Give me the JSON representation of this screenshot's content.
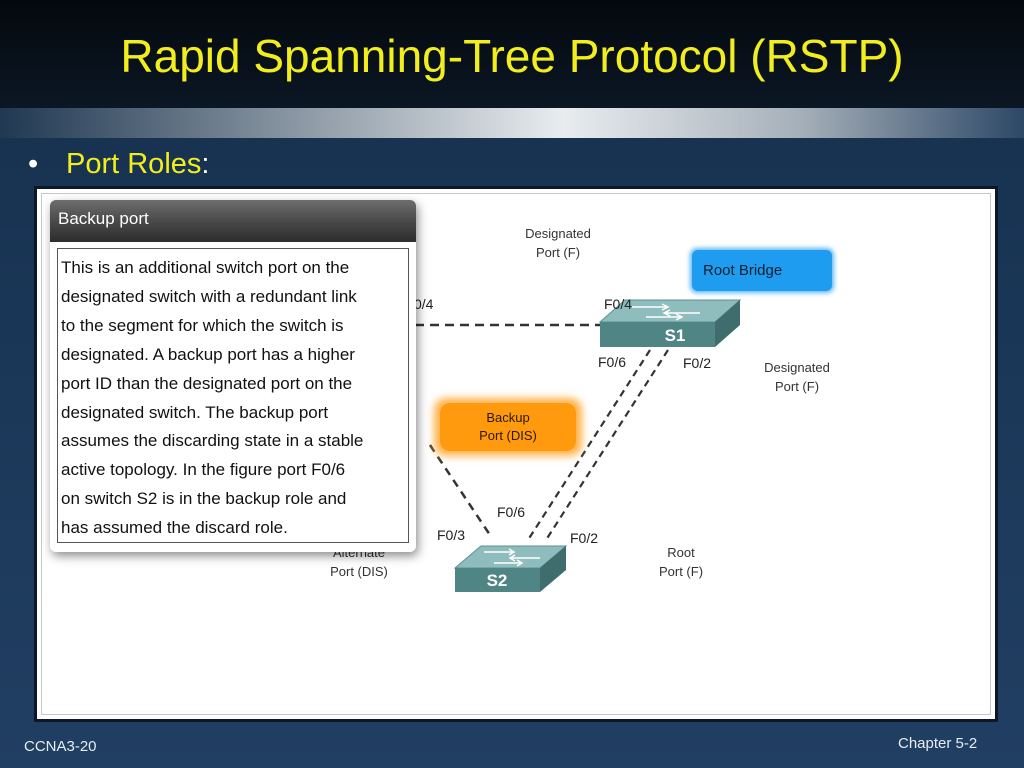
{
  "slide": {
    "title": "Rapid Spanning-Tree Protocol (RSTP)",
    "bullet": "Port Roles",
    "bullet_suffix": ":",
    "footer_left": "CCNA3-20",
    "footer_right": "Chapter 5-2"
  },
  "popup": {
    "header": "Backup port",
    "lines": [
      "This is an additional switch port on the",
      "designated switch with a redundant link",
      "to the segment for which the switch is",
      "designated. A backup port has a higher",
      "port ID than the designated port on the",
      "designated switch. The backup port",
      "assumes the discarding state in a stable",
      "active topology. In the figure port F0/6",
      "on switch S2 is in the backup role and",
      "has assumed the discard role."
    ]
  },
  "diagram": {
    "switches": {
      "s1": "S1",
      "s2": "S2"
    },
    "root_bridge_label": "Root Bridge",
    "backup_label_line1": "Backup",
    "backup_label_line2": "Port (DIS)",
    "ports": {
      "s1_left_partial": "0/4",
      "s1_f04": "F0/4",
      "s1_f06": "F0/6",
      "s1_f02": "F0/2",
      "s2_f06": "F0/6",
      "s2_f03": "F0/3",
      "s2_f02": "F0/2"
    },
    "roles": {
      "designated_top_line1": "Designated",
      "designated_top_line2": "Port (F)",
      "designated_right_line1": "Designated",
      "designated_right_line2": "Port (F)",
      "alternate_line1": "Alternate",
      "alternate_line2": "Port (DIS)",
      "root_line1": "Root",
      "root_line2": "Port (F)"
    },
    "colors": {
      "root_bridge_fill": "#1e9cf0",
      "backup_fill": "#ff9a0e",
      "switch_top": "#8fbcbc",
      "switch_front": "#4f8585"
    }
  }
}
